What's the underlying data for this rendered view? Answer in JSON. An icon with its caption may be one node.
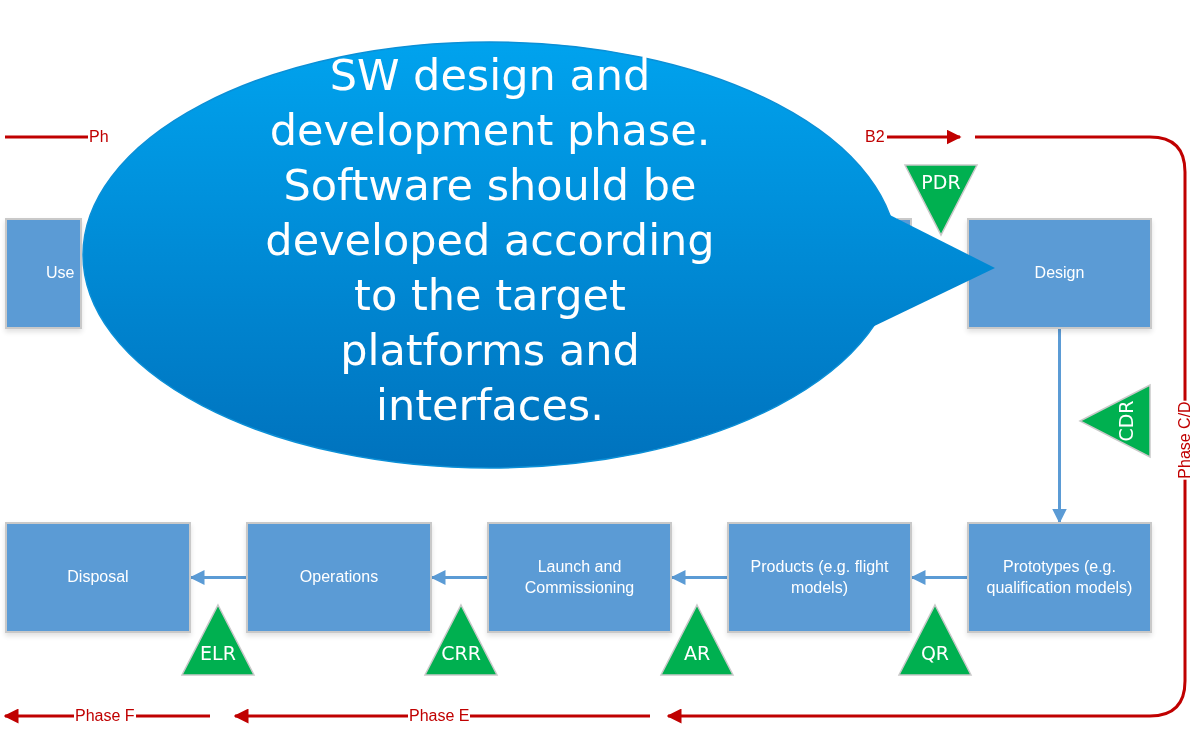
{
  "diagram": {
    "nodes": [
      {
        "text": [
          "Use"
        ]
      },
      {
        "text": [],
        "shape": "box"
      },
      {
        "text": [
          "PDR"
        ]
      },
      {
        "text": [
          "Design"
        ]
      },
      {
        "text": [
          "CDR"
        ]
      },
      {
        "text": [
          "Prototypes (e.g. qualification models)"
        ]
      },
      {
        "text": [
          "Products (e.g. flight models)"
        ]
      },
      {
        "text": [
          "Launch and Commissioning"
        ]
      },
      {
        "text": [
          "Operations"
        ]
      },
      {
        "text": [
          "Disposal"
        ]
      },
      {
        "text": [
          "QR"
        ]
      },
      {
        "text": [
          "AR"
        ]
      },
      {
        "text": [
          "CRR"
        ]
      },
      {
        "text": [
          "ELR"
        ]
      },
      {
        "text": [
          "SW design and development phase. Software should be developed according to the target platforms and interfaces."
        ]
      }
    ],
    "edges": [
      {
        "from": 3,
        "to": 5,
        "arrow": "to"
      },
      {
        "from": 5,
        "to": 6,
        "arrow": "to"
      },
      {
        "from": 6,
        "to": 7,
        "arrow": "to"
      },
      {
        "from": 7,
        "to": 8,
        "arrow": "to"
      },
      {
        "from": 8,
        "to": 9,
        "arrow": "to"
      }
    ],
    "labels": [
      "Ph",
      "B2",
      "Phase C/D",
      "Phase E",
      "Phase F"
    ]
  }
}
